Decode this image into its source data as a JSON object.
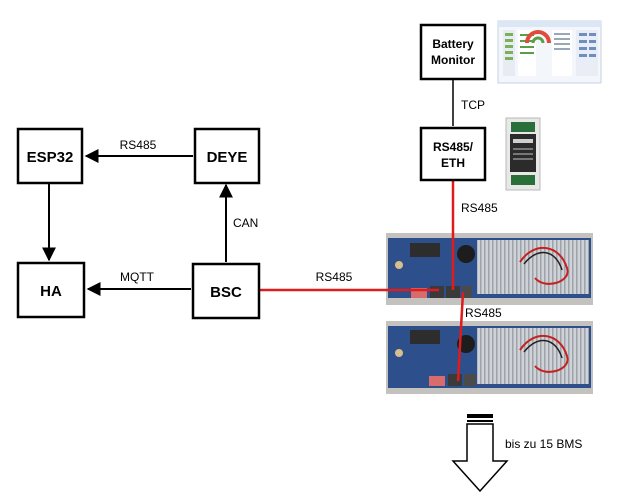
{
  "nodes": {
    "esp32": "ESP32",
    "deye": "DEYE",
    "ha": "HA",
    "bsc": "BSC",
    "battery_monitor": [
      "Battery",
      "Monitor"
    ],
    "rs485_eth": [
      "RS485/",
      "ETH"
    ]
  },
  "edges": {
    "deye_to_esp32": "RS485",
    "bsc_to_deye": "CAN",
    "bsc_to_ha": "MQTT",
    "bsc_to_bms": "RS485",
    "monitor_to_gateway": "TCP",
    "gateway_to_bms": "RS485",
    "bms_to_bms": "RS485"
  },
  "footer": {
    "expansion_note": "bis zu 15 BMS"
  },
  "colors": {
    "stroke": "#000000",
    "rs485_wire": "#e01b1b",
    "pcb": "#2d4f8c",
    "heatsink": "#c9ccd1"
  },
  "icons": [
    "screenshot-thumbnail",
    "gateway-device-photo",
    "bms-board-photo"
  ]
}
